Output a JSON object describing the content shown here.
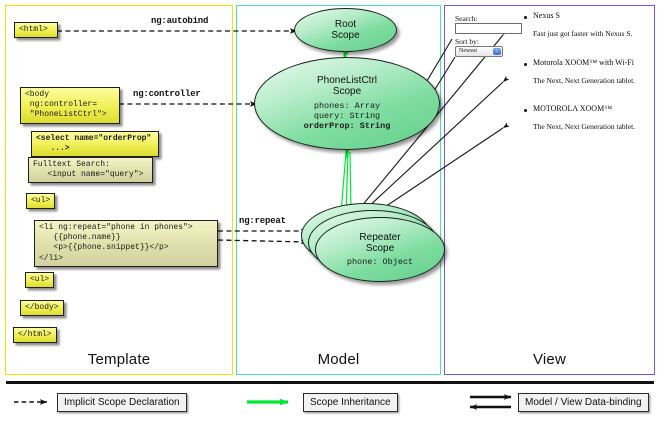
{
  "panels": {
    "template": {
      "label": "Template"
    },
    "model": {
      "label": "Model"
    },
    "view": {
      "label": "View"
    }
  },
  "template_boxes": [
    {
      "name": "html-open",
      "text": "<html>"
    },
    {
      "name": "body-controller",
      "text": "<body\n ng:controller=\n \"PhoneListCtrl\">"
    },
    {
      "name": "select-orderprop",
      "text": "<select name=\"orderProp\"\n   ...>"
    },
    {
      "name": "fulltext-search",
      "text": "Fulltext Search:\n   <input name=\"query\">"
    },
    {
      "name": "ul-open",
      "text": "<ul>"
    },
    {
      "name": "li-ngrepeat",
      "text": "<li ng:repeat=\"phone in phones\">\n   {{phone.name}}\n   <p>{{phone.snippet}}</p>\n</li>"
    },
    {
      "name": "ul-close",
      "text": "<ul>"
    },
    {
      "name": "body-close",
      "text": "</body>"
    },
    {
      "name": "html-close",
      "text": "</html>"
    }
  ],
  "scopes": [
    {
      "name": "root-scope",
      "title": "Root\nScope",
      "props": []
    },
    {
      "name": "phonelistctrl-scope",
      "title": "PhoneListCtrl\nScope",
      "props": [
        {
          "text": "phones: Array",
          "bold": false
        },
        {
          "text": "query: String",
          "bold": false
        },
        {
          "text": "orderProp: String",
          "bold": true
        }
      ]
    },
    {
      "name": "repeater-scope",
      "title": "Repeater\nScope",
      "props": [
        {
          "text": "phone: Object",
          "bold": false
        }
      ]
    }
  ],
  "edge_labels": [
    {
      "name": "ng-autobind",
      "text": "ng:autobind"
    },
    {
      "name": "ng-controller",
      "text": "ng:controller"
    },
    {
      "name": "ng-repeat",
      "text": "ng:repeat"
    }
  ],
  "view": {
    "search_label": "Search:",
    "search_value": "",
    "sort_label": "Sort by:",
    "sort_value": "Newest",
    "sort_options": [
      "Newest"
    ],
    "phones": [
      {
        "name": "Nexus S",
        "snippet": "Fast just got faster with Nexus S."
      },
      {
        "name": "Motorola XOOM™ with Wi-Fi",
        "snippet": "The Next, Next Generation tablet."
      },
      {
        "name": "MOTOROLA XOOM™",
        "snippet": "The Next, Next Generation tablet."
      }
    ]
  },
  "legend": [
    {
      "name": "implicit-scope-declaration",
      "label": "Implicit Scope Declaration",
      "style": "dashed"
    },
    {
      "name": "scope-inheritance",
      "label": "Scope Inheritance",
      "style": "green"
    },
    {
      "name": "model-view-data-binding",
      "label": "Model / View Data-binding",
      "style": "double"
    }
  ],
  "colors": {
    "template_border": "#f2e600",
    "model_border": "#49e6a8",
    "view_border": "#6a5ce0",
    "inheritance_arrow": "#00e832",
    "code_box": "#efef55",
    "scope_fill": "#7fdda1"
  }
}
